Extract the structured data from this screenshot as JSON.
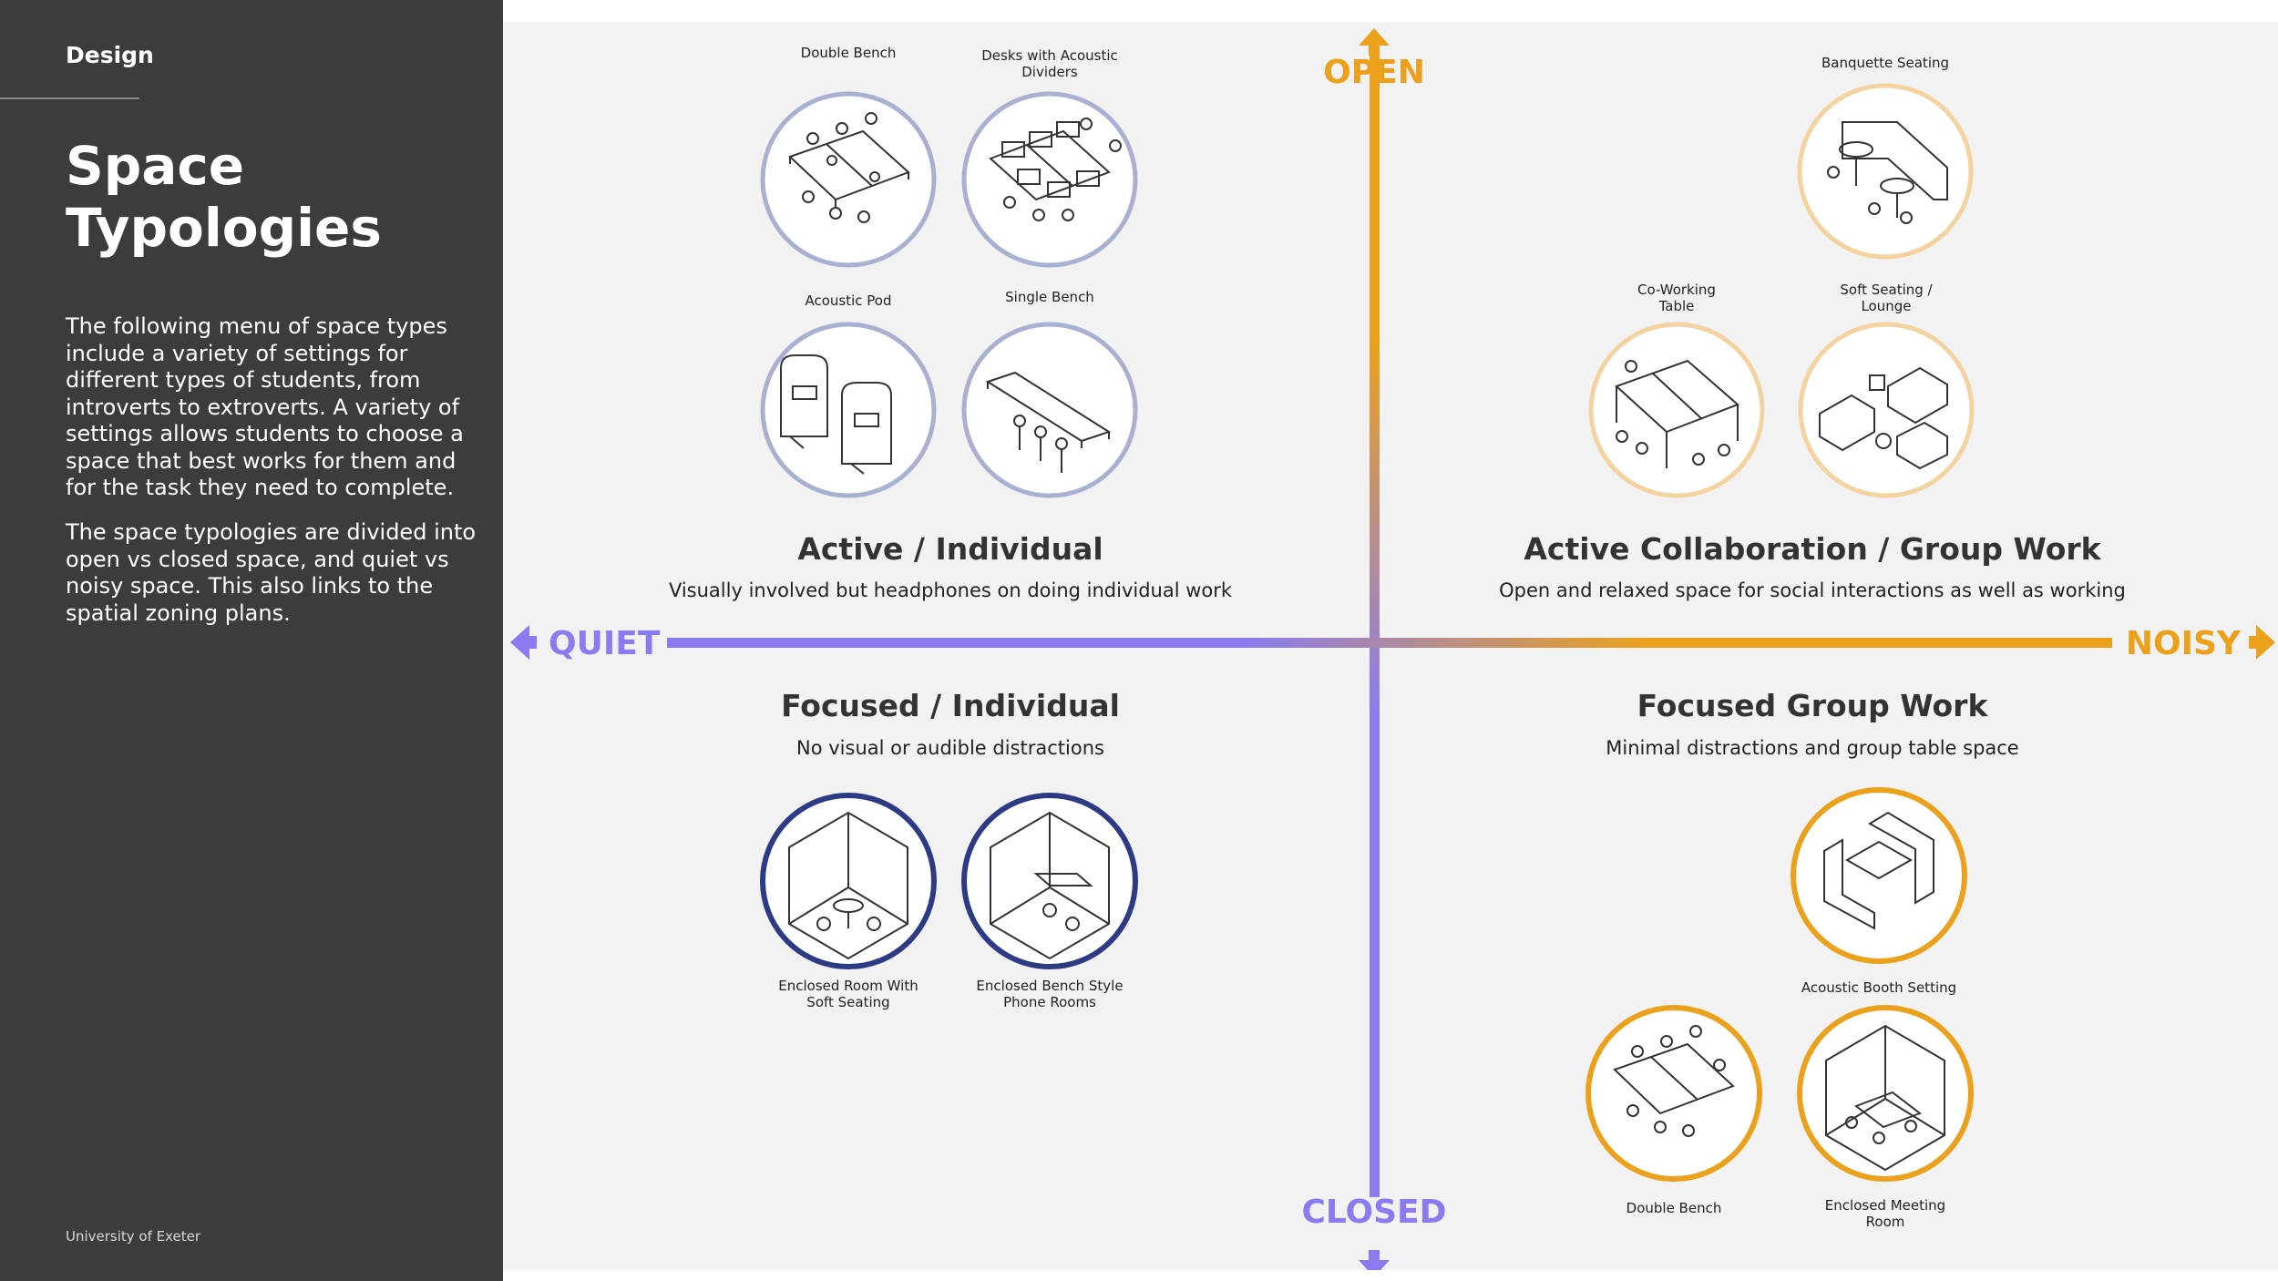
{
  "sidebar": {
    "section": "Design",
    "title_line1": "Space",
    "title_line2": "Typologies",
    "paragraph1": "The following menu of space types include a variety of settings for different types of students, from introverts to extroverts. A variety of settings allows students to choose a space that best works for them and for the task they need to complete.",
    "paragraph2": "The space typologies are divided into open vs closed space, and quiet vs noisy space. This also links to the spatial zoning plans.",
    "footer": "University of Exeter"
  },
  "axes": {
    "top": "OPEN",
    "bottom": "CLOSED",
    "left": "QUIET",
    "right": "NOISY"
  },
  "colors": {
    "orange": "#eba11b",
    "purple": "#8a7cf0",
    "light_purple_ring": "#a9b0d2",
    "navy_ring": "#2d3b85",
    "light_orange_ring": "#f5d3a0",
    "sidebar_bg": "#3c3c3b",
    "panel_bg": "#f2f2f2"
  },
  "quadrants": {
    "active_individual": {
      "title": "Active / Individual",
      "description": "Visually involved but headphones on doing individual work",
      "items": [
        "Double Bench",
        "Desks with Acoustic Dividers",
        "Acoustic Pod",
        "Single Bench"
      ]
    },
    "active_collab": {
      "title": "Active Collaboration / Group Work",
      "description": "Open and relaxed space for social interactions as well as working",
      "items": [
        "Banquette Seating",
        "Co-Working Table",
        "Soft Seating / Lounge"
      ]
    },
    "focused_individual": {
      "title": "Focused / Individual",
      "description": "No visual or audible distractions",
      "items": [
        "Enclosed Room With Soft Seating",
        "Enclosed Bench Style Phone Rooms"
      ]
    },
    "focused_group": {
      "title": "Focused Group Work",
      "description": "Minimal distractions and group table space",
      "items": [
        "Acoustic Booth Setting",
        "Double Bench",
        "Enclosed Meeting Room"
      ]
    }
  }
}
